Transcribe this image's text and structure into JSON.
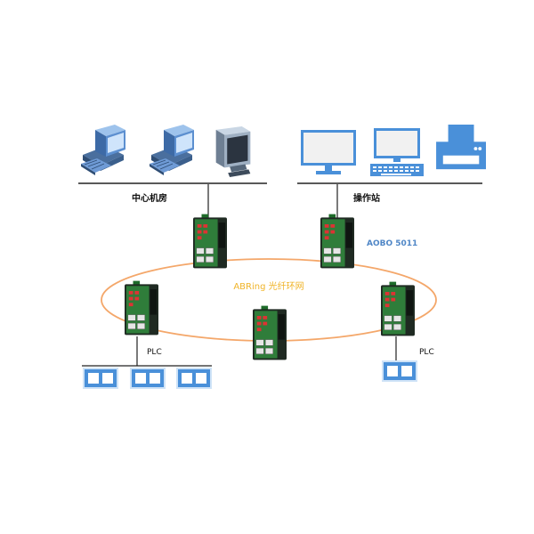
{
  "labels": {
    "control_room": "中心机房",
    "operator_station": "操作站",
    "switch_model": "AOBO 5011",
    "ring_name": "ABRing 光纤环网",
    "plc_left": "PLC",
    "plc_right": "PLC"
  },
  "colors": {
    "ring": "#f4a76a",
    "switch_model_text": "#4f86c6",
    "ring_name_text": "#f0b429",
    "plc_blue": "#4a90d9",
    "switch_body": "#1f2a22",
    "switch_face": "#2f7d3a",
    "bus_line": "#222222"
  },
  "icons": {
    "desktop_pc": "desktop-pc-icon",
    "crt_monitor": "crt-monitor-icon",
    "lcd_monitor": "lcd-monitor-icon",
    "printer": "printer-icon",
    "switch": "industrial-switch-icon",
    "plc": "plc-module-icon"
  }
}
